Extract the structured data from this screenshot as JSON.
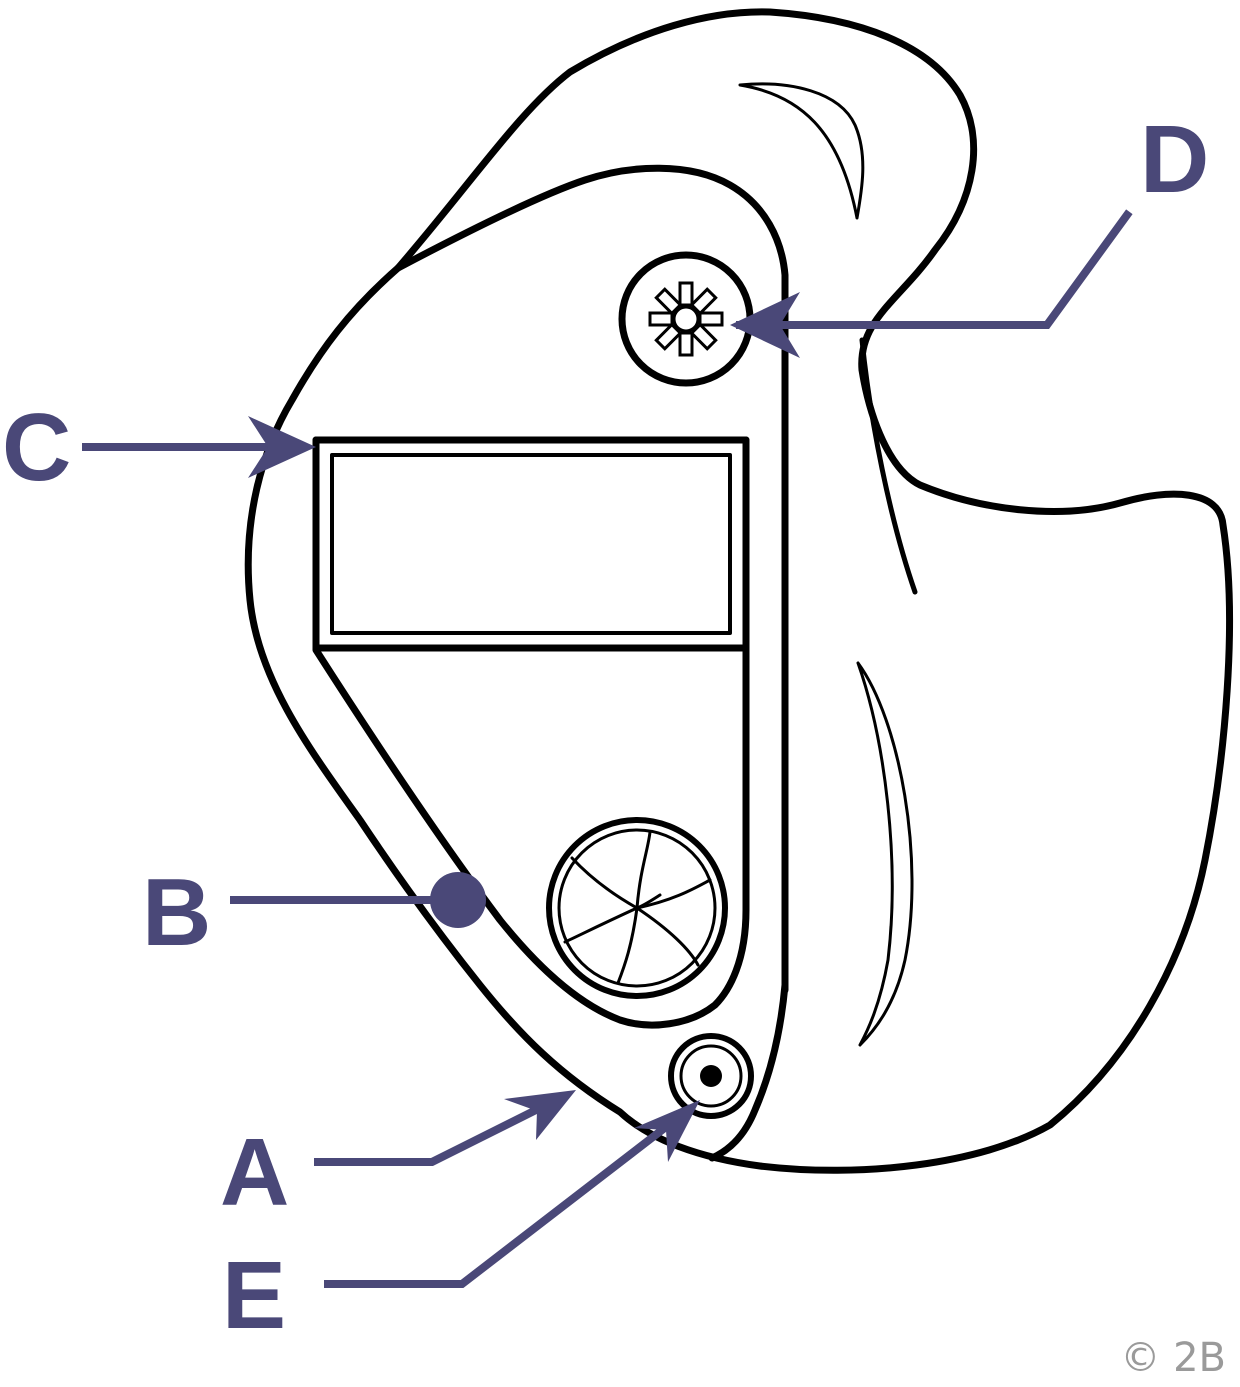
{
  "diagram": {
    "callouts": [
      {
        "id": "A",
        "label": "A"
      },
      {
        "id": "B",
        "label": "B"
      },
      {
        "id": "C",
        "label": "C"
      },
      {
        "id": "D",
        "label": "D"
      },
      {
        "id": "E",
        "label": "E"
      }
    ],
    "copyright": "© 2B",
    "colors": {
      "outline": "#000000",
      "callout": "#4a4878",
      "copyright": "#9a9a9a",
      "background": "#ffffff"
    }
  }
}
